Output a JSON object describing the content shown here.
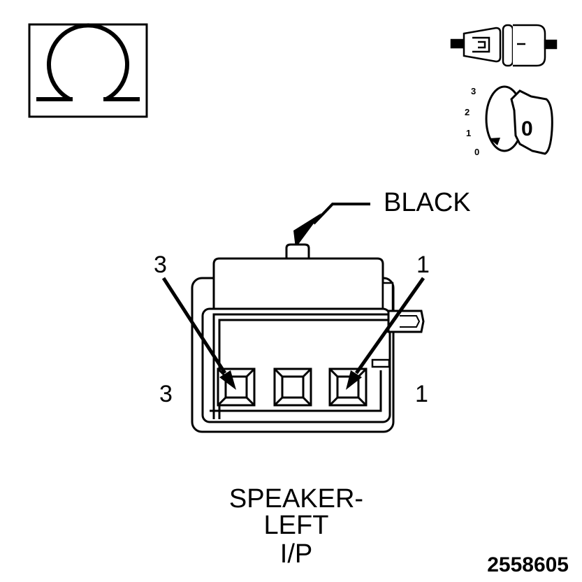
{
  "diagram": {
    "color_label": "BLACK",
    "pin_callouts": {
      "left_top": "3",
      "right_top": "1",
      "left_side": "3",
      "right_side": "1"
    },
    "ignition_positions": [
      "3",
      "2",
      "1",
      "0"
    ],
    "key_label": "0",
    "caption_lines": [
      "SPEAKER-",
      "LEFT",
      "I/P"
    ],
    "figure_number": "2558605"
  },
  "icons": {
    "ohmmeter": "ohm-symbol-icon",
    "connector": "connector-disconnected-icon",
    "ignition": "ignition-key-off-icon"
  }
}
